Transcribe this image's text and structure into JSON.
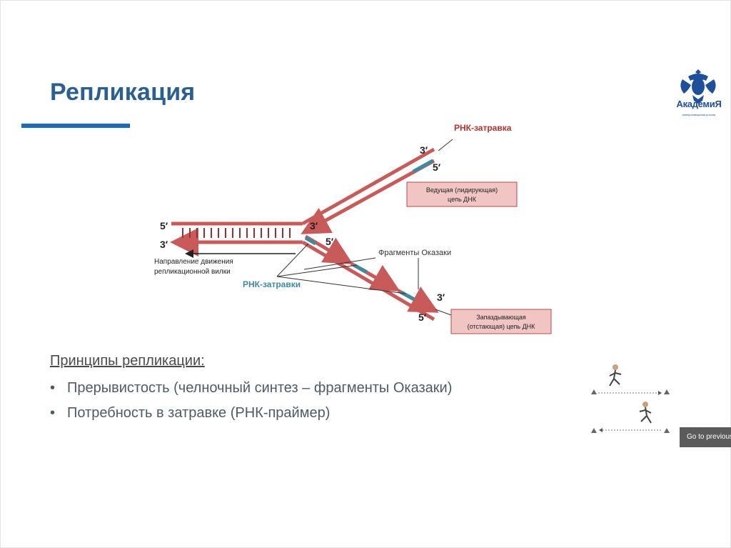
{
  "slide": {
    "title": "Репликация",
    "logo": {
      "text": "АкадемиЯ",
      "subtext": "минпросвещения россии"
    }
  },
  "diagram": {
    "prime_labels": {
      "left_top": "5′",
      "left_bottom": "3′",
      "leading_3": "3′",
      "leading_5": "5′",
      "fork_3": "3′",
      "fork_5": "5′",
      "lagging_3": "3′",
      "lagging_5": "5′"
    },
    "rna_primer_label": "РНК-затравка",
    "leading_strand_box": [
      "Ведущая (лидирующая)",
      "цепь ДНК"
    ],
    "okazaki_label": "Фрагменты Оказаки",
    "direction_label": [
      "Направление движения",
      "репликационной вилки"
    ],
    "rna_primers_label": "РНК-затравки",
    "lagging_strand_box": [
      "Запаздывающая",
      "(отстающая) цепь ДНК"
    ],
    "colors": {
      "strand": "#c85a5a",
      "strand_dark": "#9a3030",
      "primer": "#3d8aa0",
      "box_fill": "#f2c5c5",
      "box_border": "#b84848"
    }
  },
  "principles": {
    "heading": "Принципы репликации:",
    "items": [
      "Прерывистость (челночный синтез – фрагменты Оказаки)",
      "Потребность в затравке (РНК-праймер)"
    ],
    "bullet": "•"
  },
  "overlay": {
    "go_to_previous": "Go to previous"
  },
  "colors": {
    "title": "#2b5f8f",
    "accent_bar": "#1d6bb3"
  }
}
